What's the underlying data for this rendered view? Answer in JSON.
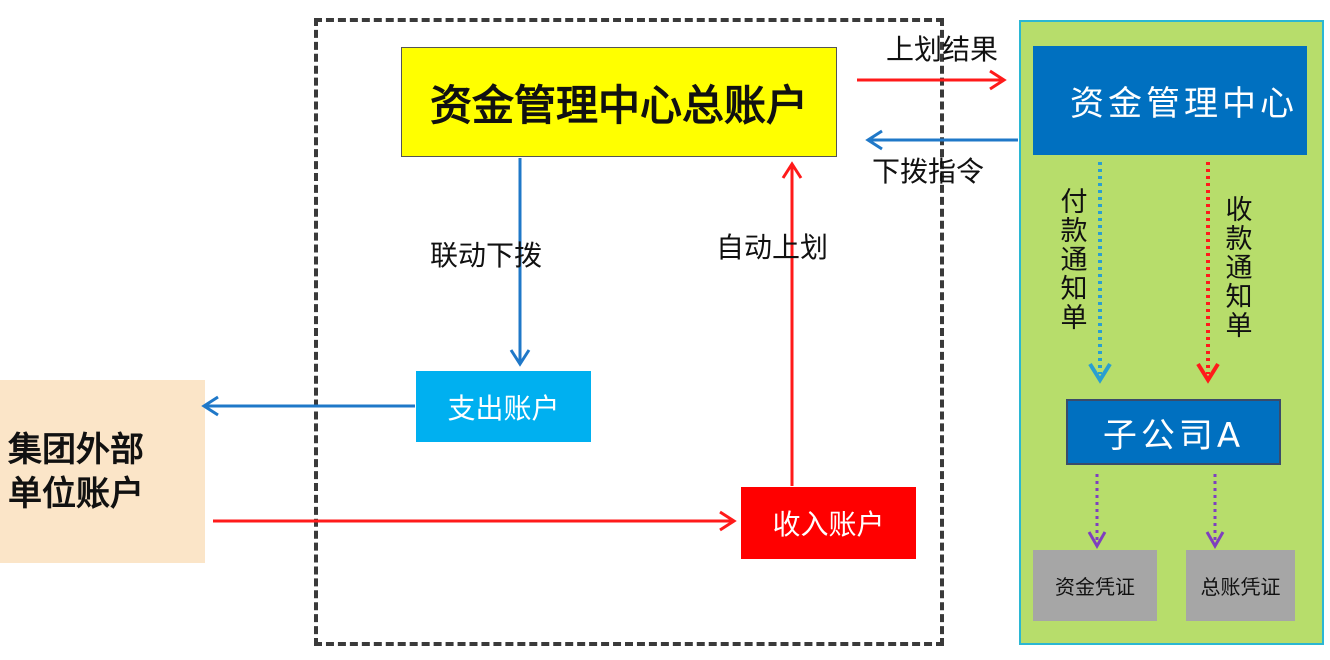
{
  "main_account": "资金管理中心总账户",
  "expense_account": "支出账户",
  "income_account": "收入账户",
  "external_account_line1": "集团外部",
  "external_account_line2": "单位账户",
  "fund_center": "资金管理中心",
  "subsidiary": "子公司A",
  "funds_voucher": "资金凭证",
  "ledger_voucher": "总账凭证",
  "label_upload_result": "上划结果",
  "label_allocation_order": "下拨指令",
  "label_linked_allocation": "联动下拨",
  "label_auto_upload": "自动上划",
  "label_payment_notice": "付款通知单",
  "label_receipt_notice": "收款通知单",
  "colors": {
    "red_arrow": "#ff1a1a",
    "blue_arrow": "#1f78c8",
    "purple_arrow": "#7f3fbf",
    "teal_dotted": "#2a9fd0"
  }
}
